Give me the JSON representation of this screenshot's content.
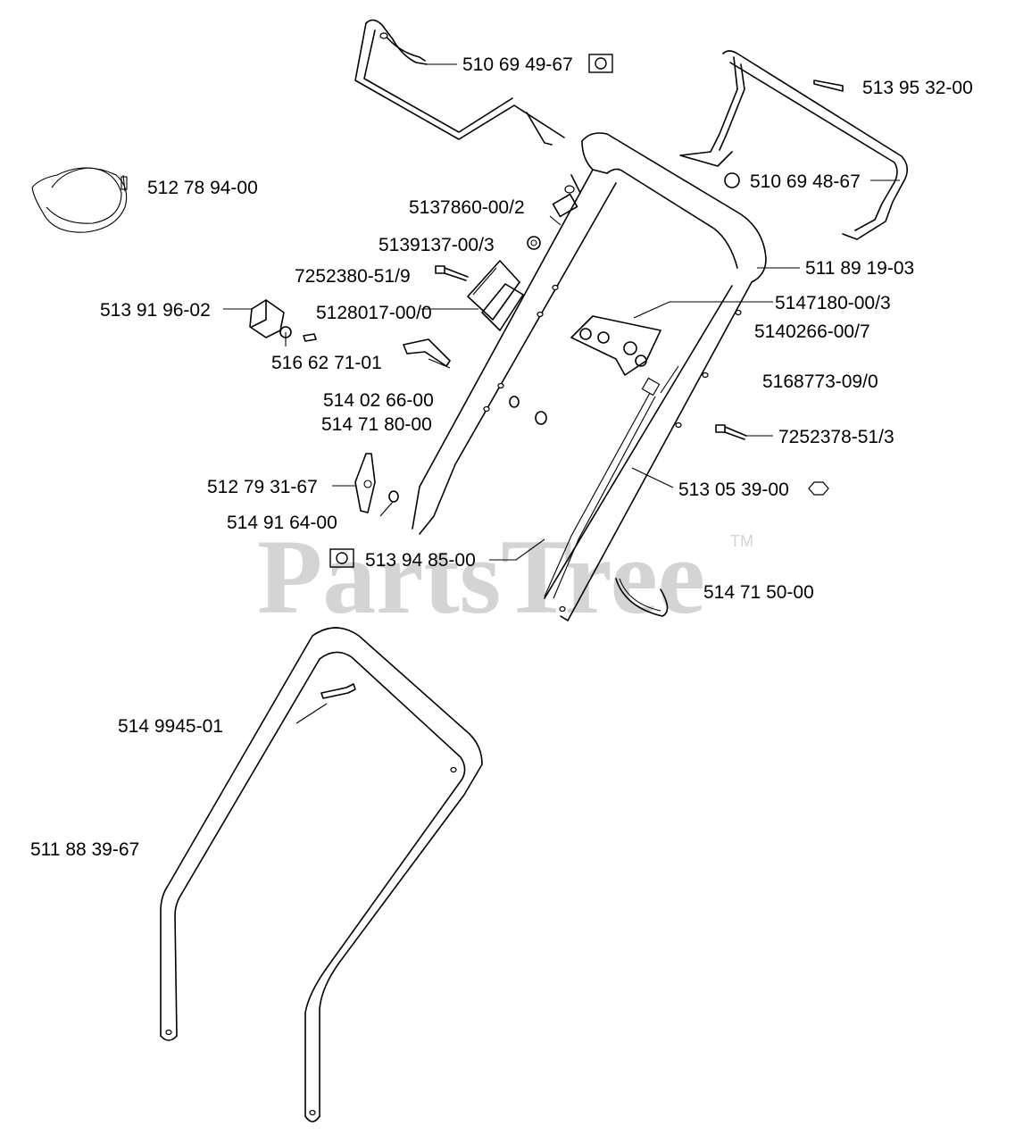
{
  "watermark": {
    "text": "PartsTree",
    "trademark": "TM"
  },
  "parts": {
    "p510694967": "510 69 49-67",
    "p513953200": "513 95 32-00",
    "p512789400": "512 78 94-00",
    "p510694867": "510 69 48-67",
    "p5137860": "5137860-00/2",
    "p5139137": "5139137-00/3",
    "p511891903": "511 89 19-03",
    "p7252380": "7252380-51/9",
    "p5147180": "5147180-00/3",
    "p513919602": "513 91 96-02",
    "p5128017": "5128017-00/0",
    "p5140266": "5140266-00/7",
    "p516627101": "516 62 71-01",
    "p5168773": "5168773-09/0",
    "p514026600": "514 02 66-00",
    "p514718000": "514 71 80-00",
    "p7252378": "7252378-51/3",
    "p512793167": "512 79 31-67",
    "p513053900": "513 05 39-00",
    "p514916400": "514 91 64-00",
    "p513948500": "513 94 85-00",
    "p514715000": "514 71 50-00",
    "p514994501": "514 9945-01",
    "p511883967": "511 88 39-67"
  },
  "icons": {
    "kit_symbol": "gear-box-icon",
    "kit_symbol_small": "hex-nut-icon"
  },
  "colors": {
    "line": "#000000",
    "watermark": "#d4d4d4",
    "background": "#ffffff"
  }
}
